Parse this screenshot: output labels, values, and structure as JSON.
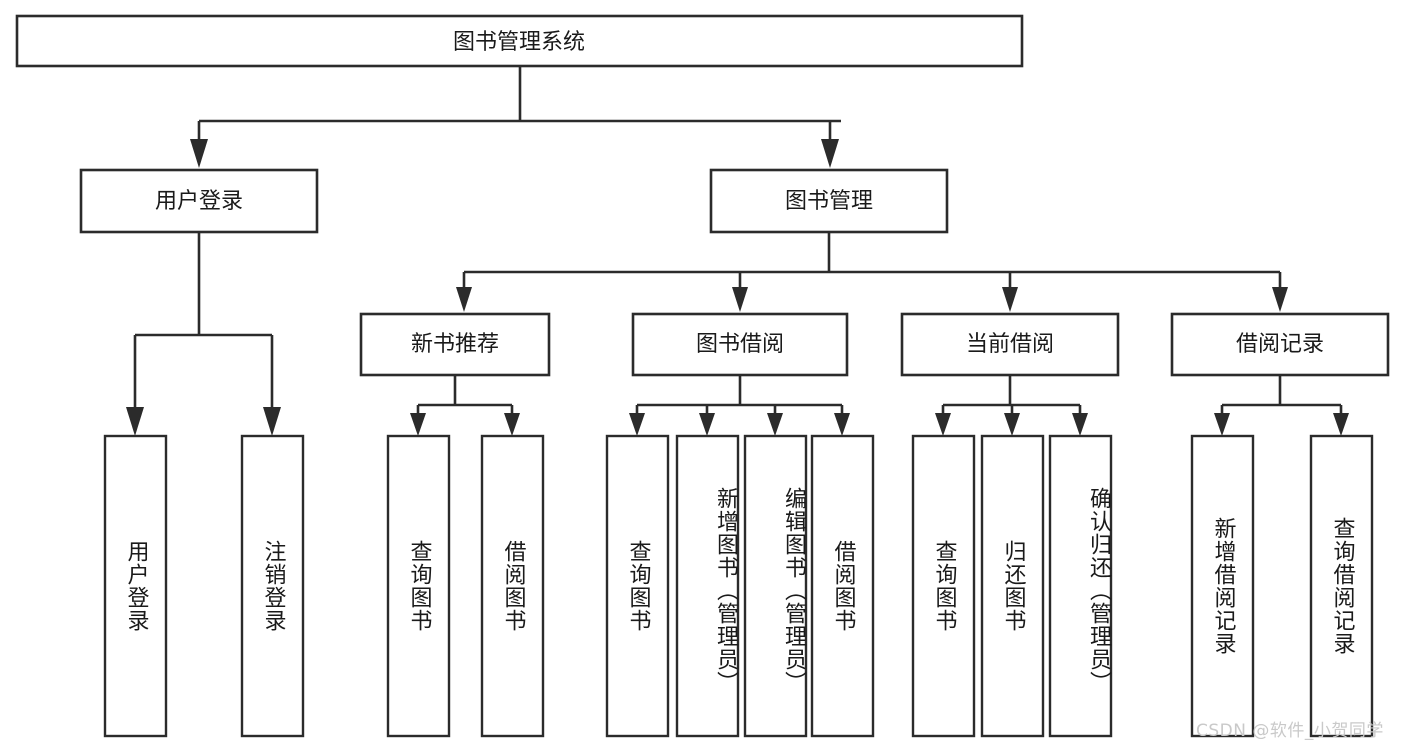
{
  "diagram": {
    "type": "tree-hierarchy-flowchart",
    "title": "图书管理系统",
    "orientation": "top-down",
    "colors": {
      "box_stroke": "#2b2b2b",
      "box_fill": "#ffffff",
      "text": "#1a1a1a",
      "background": "#ffffff",
      "watermark": "#c9c9c9"
    },
    "root": {
      "label": "图书管理系统"
    },
    "level2": [
      {
        "label": "用户登录"
      },
      {
        "label": "图书管理"
      }
    ],
    "level3": [
      {
        "label": "新书推荐"
      },
      {
        "label": "图书借阅"
      },
      {
        "label": "当前借阅"
      },
      {
        "label": "借阅记录"
      }
    ],
    "leaves": {
      "user_login": [
        {
          "label": "用户登录"
        },
        {
          "label": "注销登录"
        }
      ],
      "new_book_recommend": [
        {
          "label": "查询图书"
        },
        {
          "label": "借阅图书"
        }
      ],
      "book_borrow": [
        {
          "label": "查询图书"
        },
        {
          "label": "新增图书（管理员）"
        },
        {
          "label": "编辑图书（管理员）"
        },
        {
          "label": "借阅图书"
        }
      ],
      "current_borrow": [
        {
          "label": "查询图书"
        },
        {
          "label": "归还图书"
        },
        {
          "label": "确认归还（管理员）"
        }
      ],
      "borrow_record": [
        {
          "label": "新增借阅记录"
        },
        {
          "label": "查询借阅记录"
        }
      ]
    }
  },
  "watermark": {
    "text": "CSDN @软件_小贺同学"
  }
}
